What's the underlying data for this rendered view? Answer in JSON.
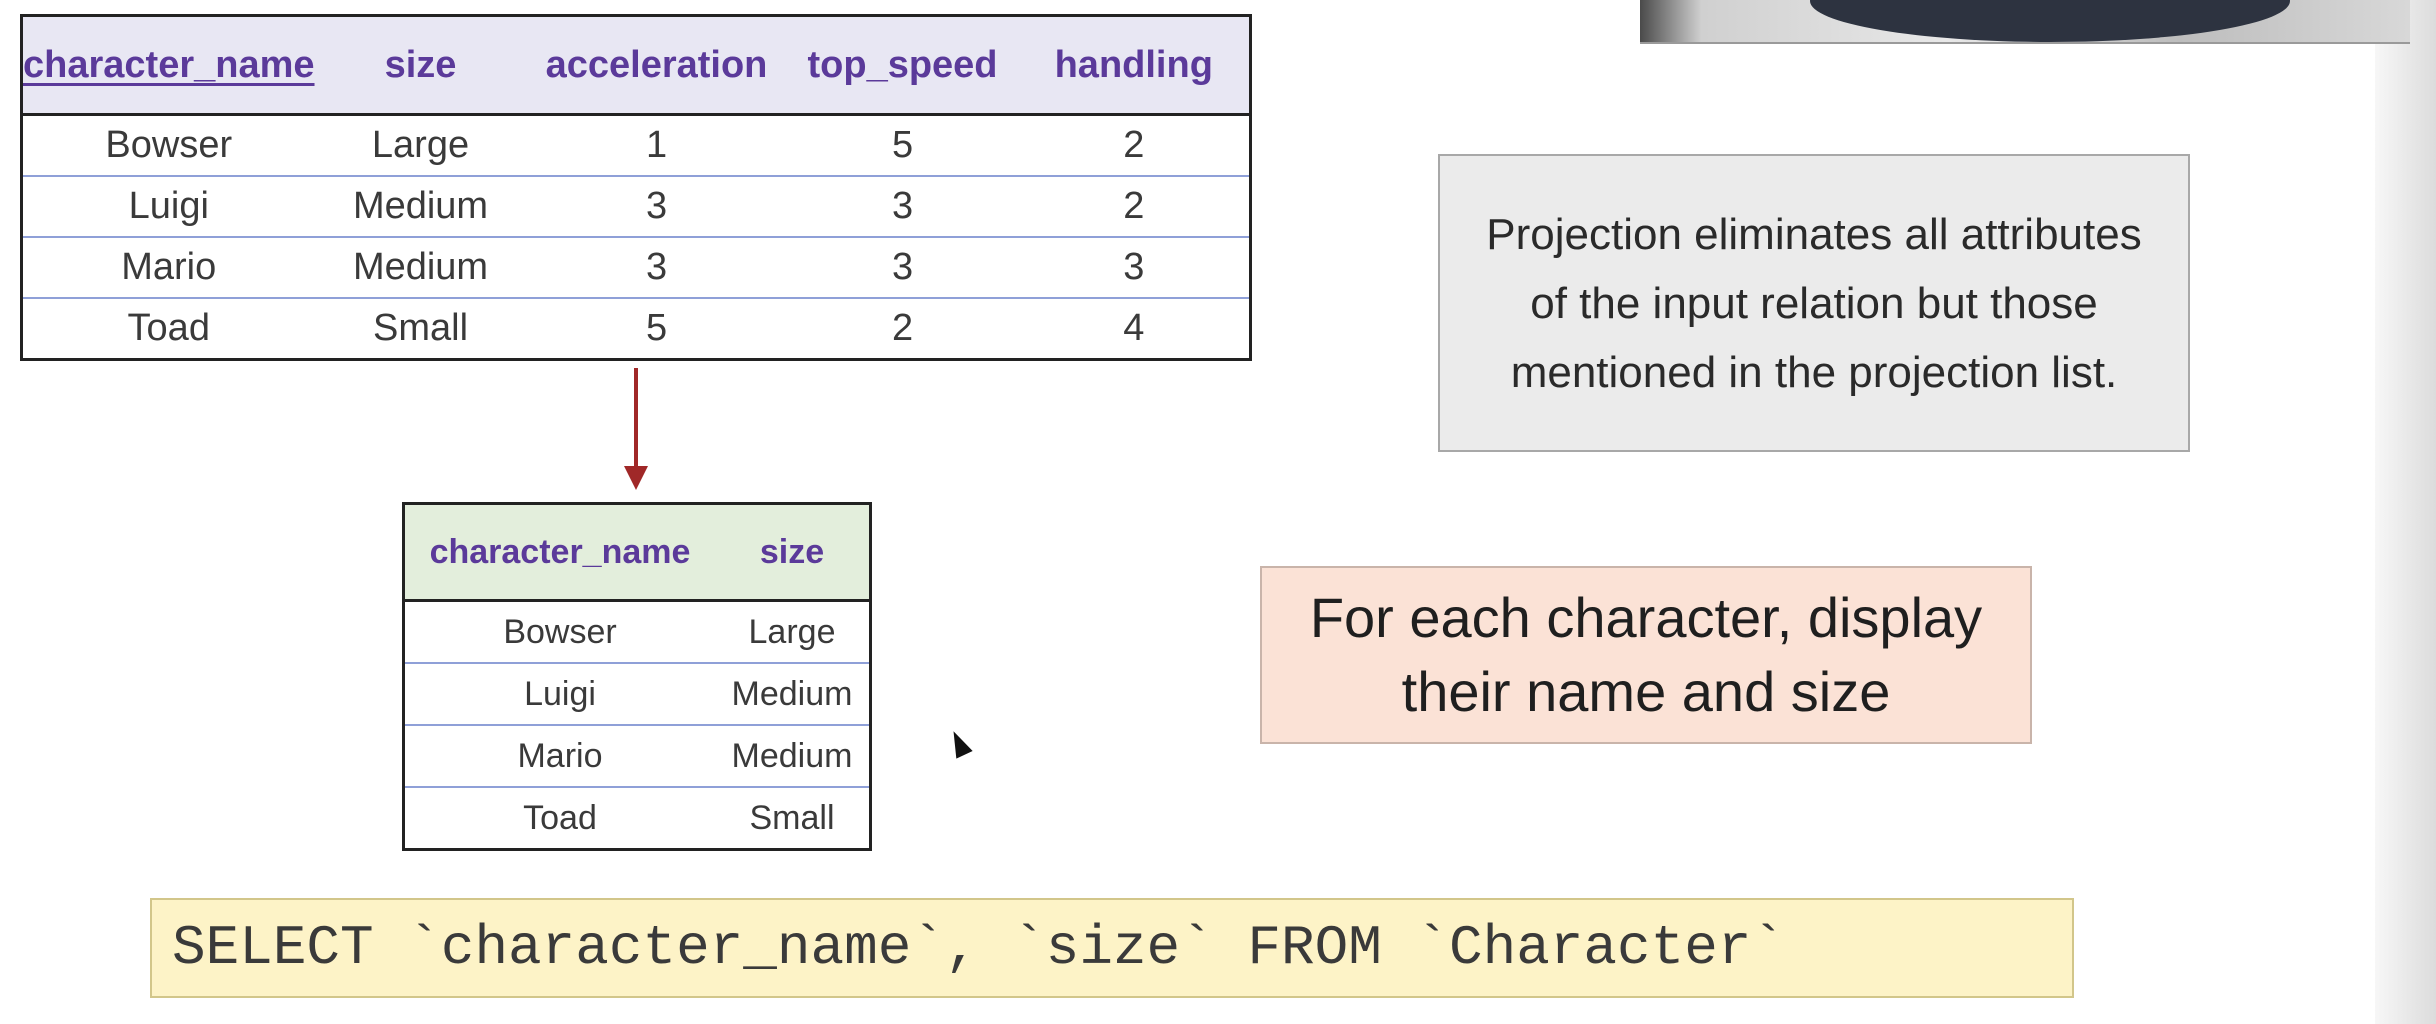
{
  "source_table": {
    "columns": [
      "character_name",
      "size",
      "acceleration",
      "top_speed",
      "handling"
    ],
    "rows": [
      [
        "Bowser",
        "Large",
        "1",
        "5",
        "2"
      ],
      [
        "Luigi",
        "Medium",
        "3",
        "3",
        "2"
      ],
      [
        "Mario",
        "Medium",
        "3",
        "3",
        "3"
      ],
      [
        "Toad",
        "Small",
        "5",
        "2",
        "4"
      ]
    ]
  },
  "result_table": {
    "columns": [
      "character_name",
      "size"
    ],
    "rows": [
      [
        "Bowser",
        "Large"
      ],
      [
        "Luigi",
        "Medium"
      ],
      [
        "Mario",
        "Medium"
      ],
      [
        "Toad",
        "Small"
      ]
    ]
  },
  "explanation": "Projection eliminates all attributes of the input relation but those mentioned in the projection list.",
  "task": "For each character, display their name and size",
  "sql": "SELECT `character_name`, `size` FROM `Character`",
  "colors": {
    "header_text": "#5b3a9a",
    "arrow": "#a02828",
    "row_divider": "#8fa0d8"
  }
}
